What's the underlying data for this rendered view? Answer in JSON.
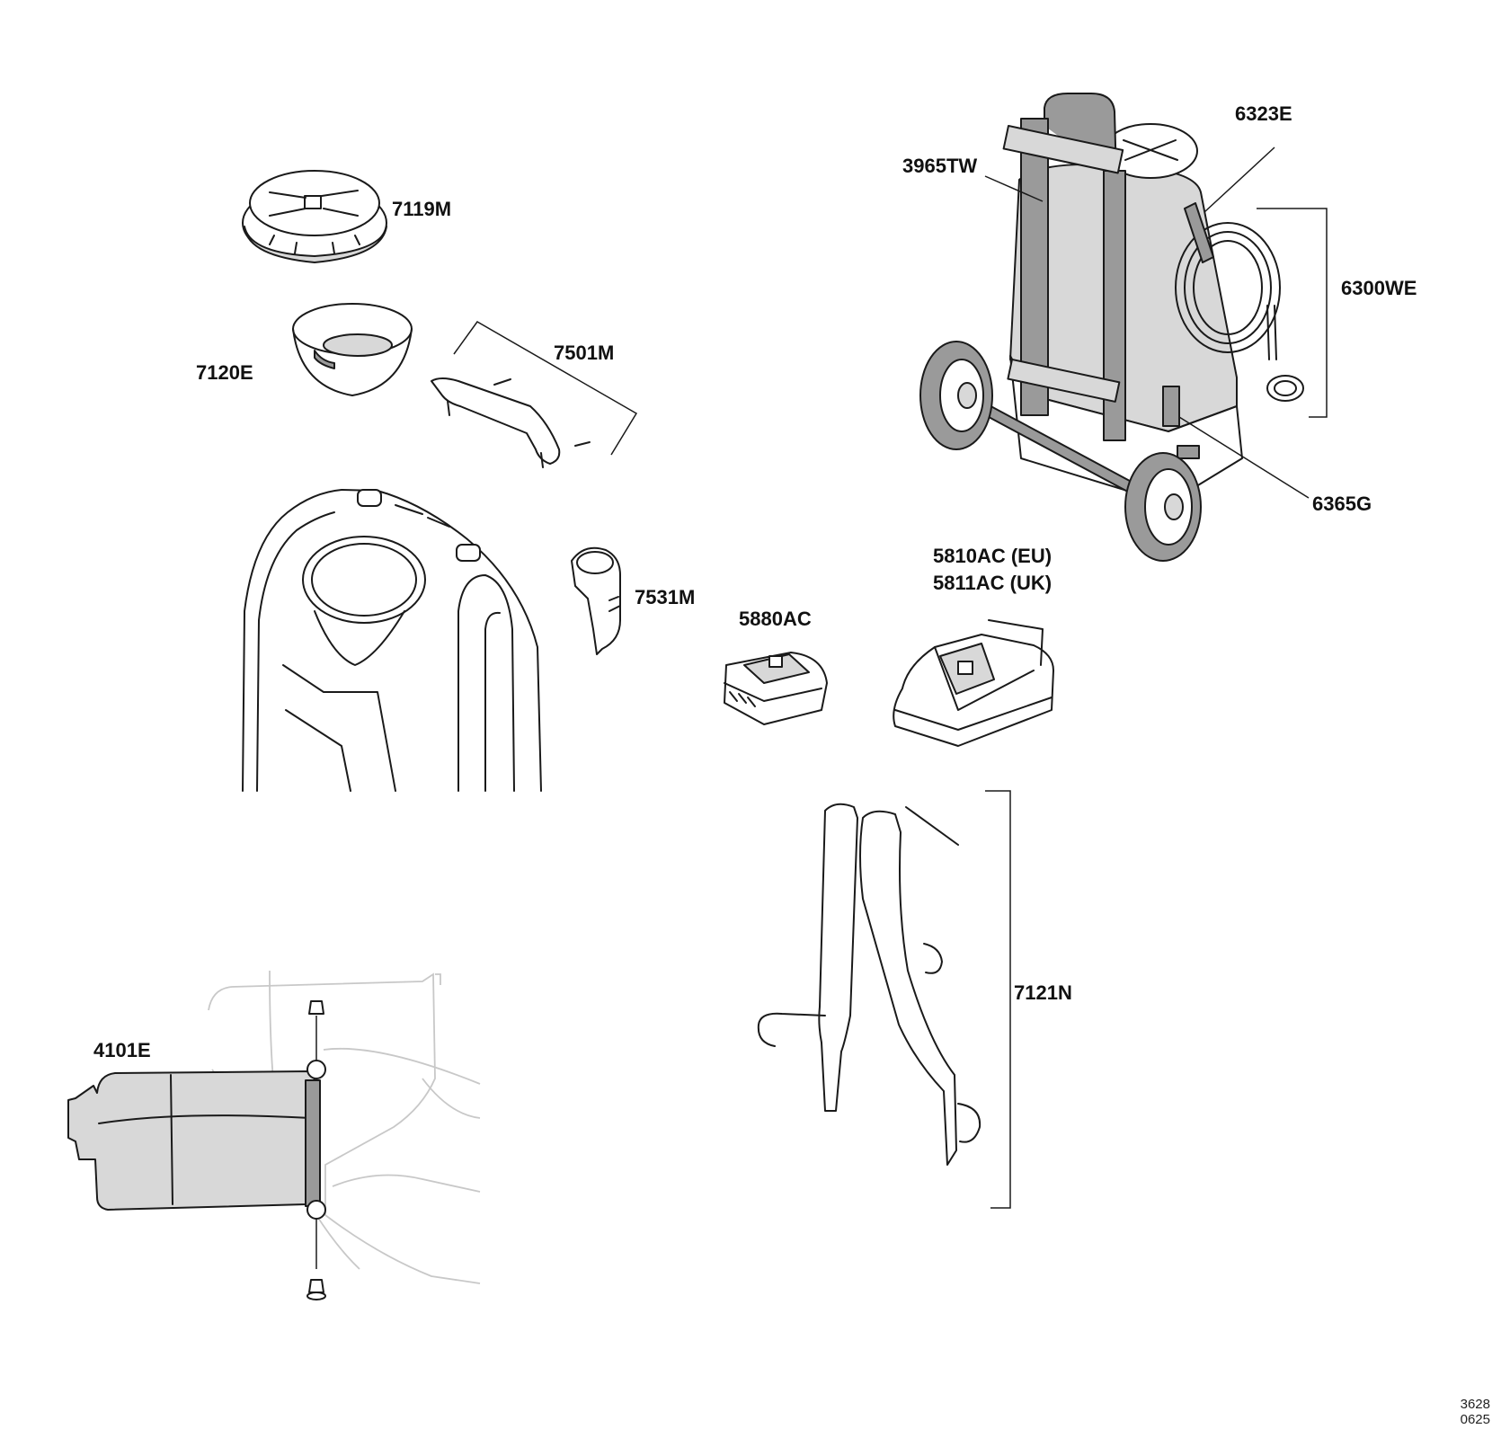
{
  "parts": {
    "p7119m": "7119M",
    "p7120e": "7120E",
    "p7501m": "7501M",
    "p7531m": "7531M",
    "p5880ac": "5880AC",
    "p5810ac": "5810AC (EU)",
    "p5811ac": "5811AC (UK)",
    "p3965tw": "3965TW",
    "p6323e": "6323E",
    "p6300we": "6300WE",
    "p6365g": "6365G",
    "p7121n": "7121N",
    "p4101e": "4101E"
  },
  "doc_code": {
    "line1": "3628",
    "line2": "0625"
  }
}
